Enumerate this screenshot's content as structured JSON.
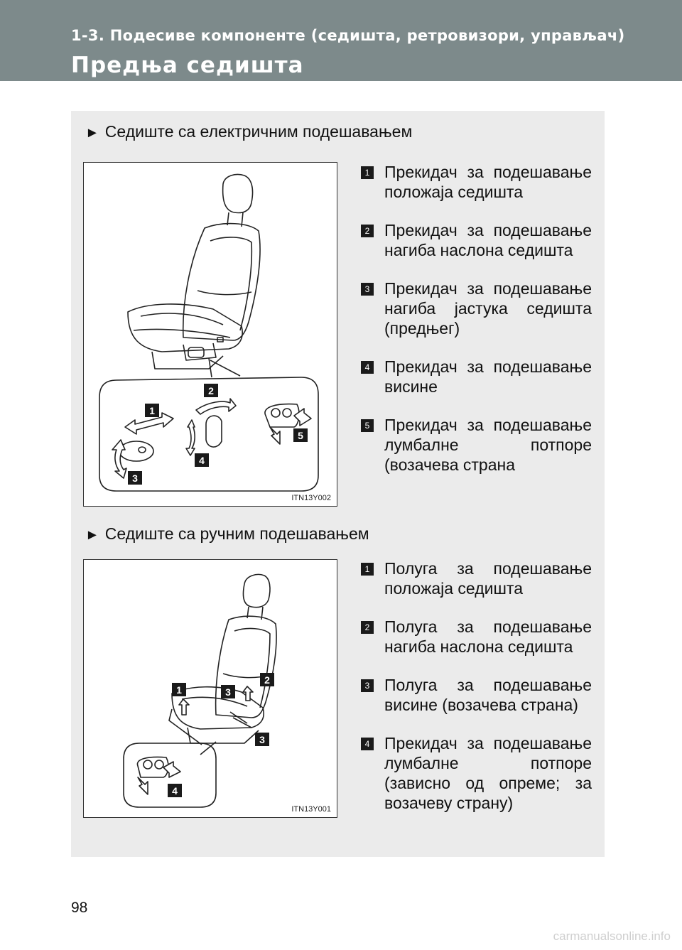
{
  "header": {
    "section": "1-3. Подесиве компоненте (седишта, ретровизори, управљач)",
    "title": "Предња седишта"
  },
  "power_seat": {
    "heading": "Седиште са електричним подешавањем",
    "figure_code": "ITN13Y002",
    "items": [
      {
        "num": "1",
        "text": "Прекидач за подешавање положаја седишта"
      },
      {
        "num": "2",
        "text": "Прекидач за подешавање нагиба наслона седишта"
      },
      {
        "num": "3",
        "text": "Прекидач за подешавање нагиба јастука седишта (предњег)"
      },
      {
        "num": "4",
        "text": "Прекидач за подешавање висине"
      },
      {
        "num": "5",
        "text": "Прекидач за подешавање лумбалне потпоре (возачева страна"
      }
    ],
    "figure_labels": [
      "1",
      "2",
      "3",
      "4",
      "5"
    ]
  },
  "manual_seat": {
    "heading": "Седиште са ручним подешавањем",
    "figure_code": "ITN13Y001",
    "items": [
      {
        "num": "1",
        "text": "Полуга за подешавање положаја седишта"
      },
      {
        "num": "2",
        "text": "Полуга за подешавање нагиба наслона седишта"
      },
      {
        "num": "3",
        "text": "Полуга за подешавање висине (возачева страна)"
      },
      {
        "num": "4",
        "text": "Прекидач за подешавање лумбалне потпоре (зависно од опреме; за возачеву страну)"
      }
    ],
    "figure_labels": [
      "1",
      "2",
      "3",
      "3",
      "4"
    ]
  },
  "page_number": "98",
  "footer": "carmanualsonline.info",
  "icons": {
    "heading_marker": "triangle-right-icon"
  }
}
